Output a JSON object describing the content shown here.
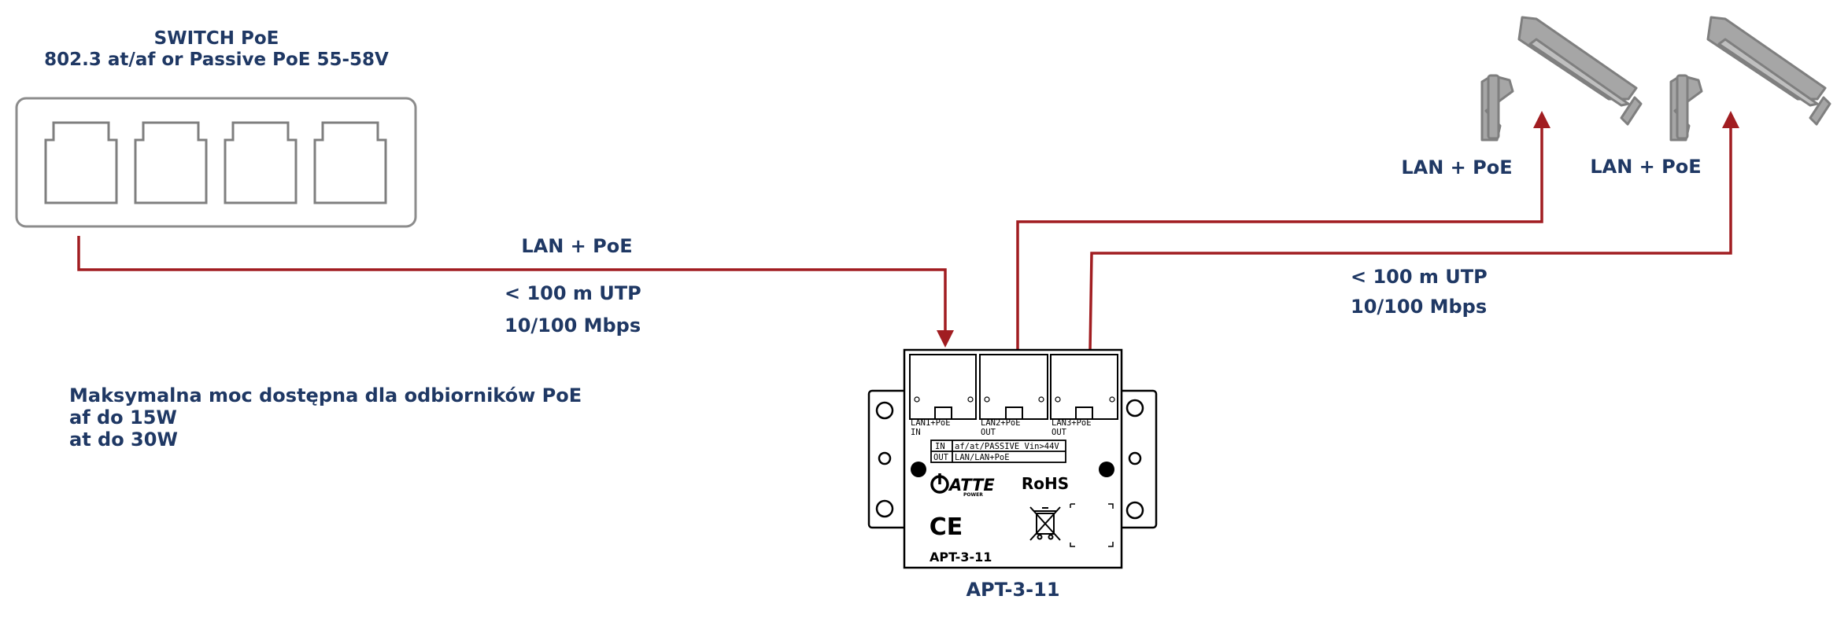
{
  "switch": {
    "title": "SWITCH PoE",
    "subtitle": "802.3 at/af or Passive PoE 55-58V"
  },
  "link_in": {
    "label": "LAN + PoE",
    "distance": "< 100 m UTP",
    "speed": "10/100 Mbps"
  },
  "link_out": {
    "distance": "< 100 m UTP",
    "speed": "10/100 Mbps"
  },
  "cameras": [
    {
      "label": "LAN + PoE"
    },
    {
      "label": "LAN + PoE"
    }
  ],
  "power_note": {
    "line1": "Maksymalna moc dostępna dla odbiorników PoE",
    "line2": "af do 15W",
    "line3": "at do 30W"
  },
  "device": {
    "name": "APT-3-11",
    "model_print": "APT-3-11",
    "ports": [
      {
        "line1": "LAN1+PoE",
        "line2": "IN"
      },
      {
        "line1": "LAN2+PoE",
        "line2": "OUT"
      },
      {
        "line1": "LAN3+PoE",
        "line2": "OUT"
      }
    ],
    "table": [
      {
        "key": "IN",
        "value": "af/at/PASSIVE Vin>44V"
      },
      {
        "key": "OUT",
        "value": "LAN/LAN+PoE"
      }
    ],
    "brand": "ATTE",
    "brand_sub": "POWER",
    "rohs": "RoHS",
    "ce": "CE"
  },
  "colors": {
    "cable": "#a11d21",
    "label": "#1f3864",
    "camera_fill": "#a6a6a6",
    "camera_stroke": "#7f7f7f",
    "switch_stroke": "#8c8c8c"
  }
}
